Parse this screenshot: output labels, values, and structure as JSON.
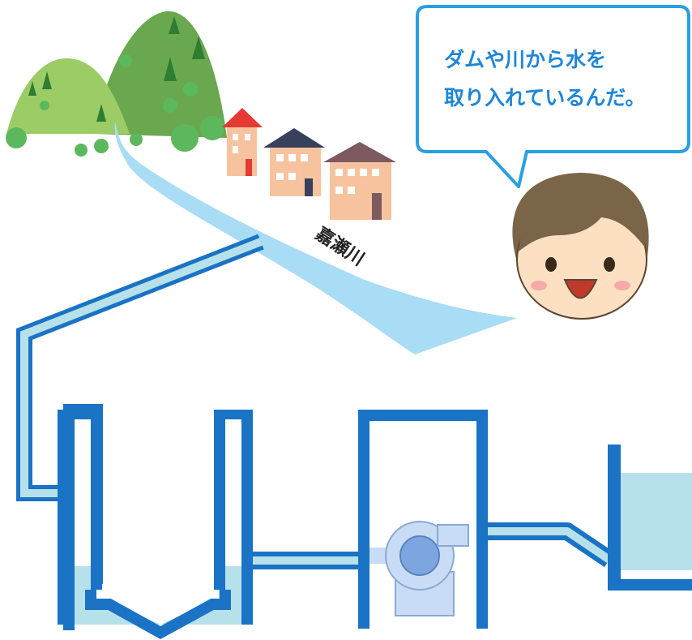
{
  "speech_bubble": {
    "line1": "ダムや川から水を",
    "line2": "取り入れているんだ。"
  },
  "river": {
    "label": "嘉瀬川"
  },
  "colors": {
    "pipe_blue": "#1a73c4",
    "water": "#b7e1ea",
    "river": "#a9dcf5",
    "bubble_border": "#2a9fe0",
    "hill_dark": "#6aa84f",
    "hill_light": "#9ccc65"
  }
}
